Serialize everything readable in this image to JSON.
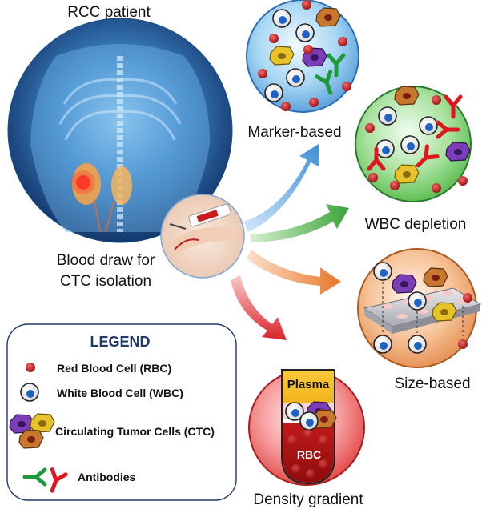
{
  "patient_label": "RCC patient",
  "blood_draw_label_line1": "Blood draw for",
  "blood_draw_label_line2": "CTC isolation",
  "methods": {
    "marker_based": "Marker-based",
    "wbc_depletion": "WBC depletion",
    "size_based": "Size-based",
    "density_gradient": "Density gradient"
  },
  "density_tube": {
    "plasma": "Plasma",
    "rbc": "RBC"
  },
  "legend": {
    "title": "LEGEND",
    "rbc": "Red Blood Cell (RBC)",
    "wbc": "White Blood Cell (WBC)",
    "ctc": "Circulating Tumor Cells (CTC)",
    "antibodies": "Antibodies"
  },
  "colors": {
    "rbc": "#c62828",
    "wbc_nucleus": "#1e63c4",
    "ctc_orange": "#c8772f",
    "ctc_yellow": "#e8c229",
    "ctc_purple": "#7b3db8",
    "antibody_green": "#1f9a3a",
    "antibody_red": "#e0161f",
    "arrow_blue": "#3f8fd6",
    "arrow_green": "#3aa33a",
    "arrow_orange": "#e8762a",
    "arrow_red": "#d9232a"
  }
}
